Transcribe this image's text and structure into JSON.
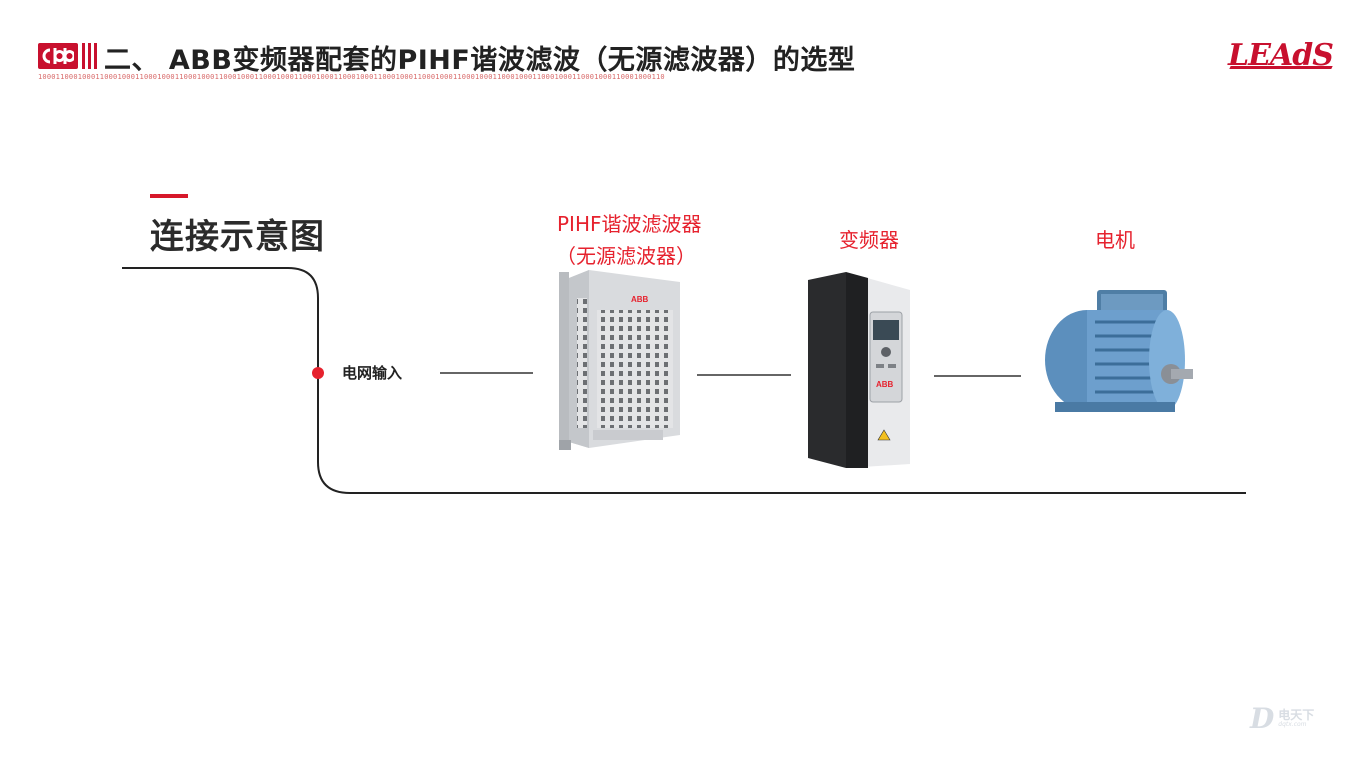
{
  "header": {
    "title": "二、 ABB变频器配套的PIHF谐波滤波（无源滤波器）的选型",
    "binary_strip": "1000110001000110001000110001000110001000110001000110001000110001000110001000110001000110001000110001000110001000110001000110001000110001000110",
    "brand": "LEAdS",
    "logo_icon": "cdb-logo-icon"
  },
  "section": {
    "title": "连接示意图"
  },
  "diagram": {
    "input_label": "电网输入",
    "filter_label_line1": "PIHF谐波滤波器",
    "filter_label_line2": "（无源滤波器）",
    "drive_label": "变频器",
    "motor_label": "电机",
    "filter_brand": "ABB",
    "drive_brand": "ABB",
    "accent_color": "#e6222e",
    "line_color": "#222222"
  },
  "watermark": {
    "name": "电天下",
    "url": "dqtx.com"
  }
}
